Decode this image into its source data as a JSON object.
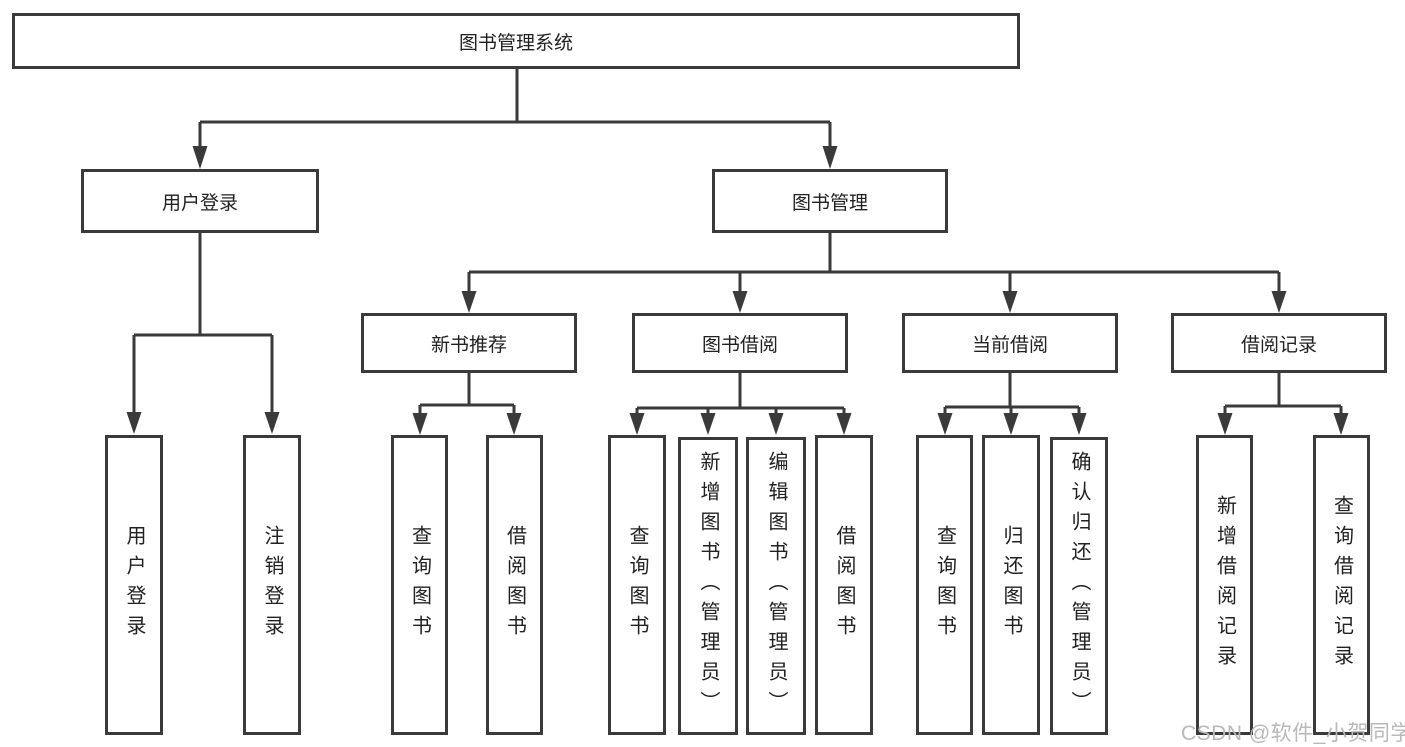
{
  "diagram": {
    "root": {
      "label": "图书管理系统"
    },
    "level2": {
      "user_login": {
        "label": "用户登录"
      },
      "book_mgmt": {
        "label": "图书管理"
      }
    },
    "level3": {
      "new_book": {
        "label": "新书推荐"
      },
      "book_borrow": {
        "label": "图书借阅"
      },
      "current_borrow": {
        "label": "当前借阅"
      },
      "borrow_records": {
        "label": "借阅记录"
      }
    },
    "leaves": {
      "user_login": [
        "用户登录",
        "注销登录"
      ],
      "new_book": [
        "查询图书",
        "借阅图书"
      ],
      "book_borrow": [
        "查询图书",
        "新增图书（管理员）",
        "编辑图书（管理员）",
        "借阅图书"
      ],
      "current_borrow": [
        "查询图书",
        "归还图书",
        "确认归还（管理员）"
      ],
      "borrow_records": [
        "新增借阅记录",
        "查询借阅记录"
      ]
    }
  },
  "watermark": {
    "text": "CSDN @软件_小贺同学"
  },
  "colors": {
    "line": "#3a3a3a",
    "text": "#212121",
    "watermark": "#b9b9b9",
    "background": "#ffffff"
  }
}
